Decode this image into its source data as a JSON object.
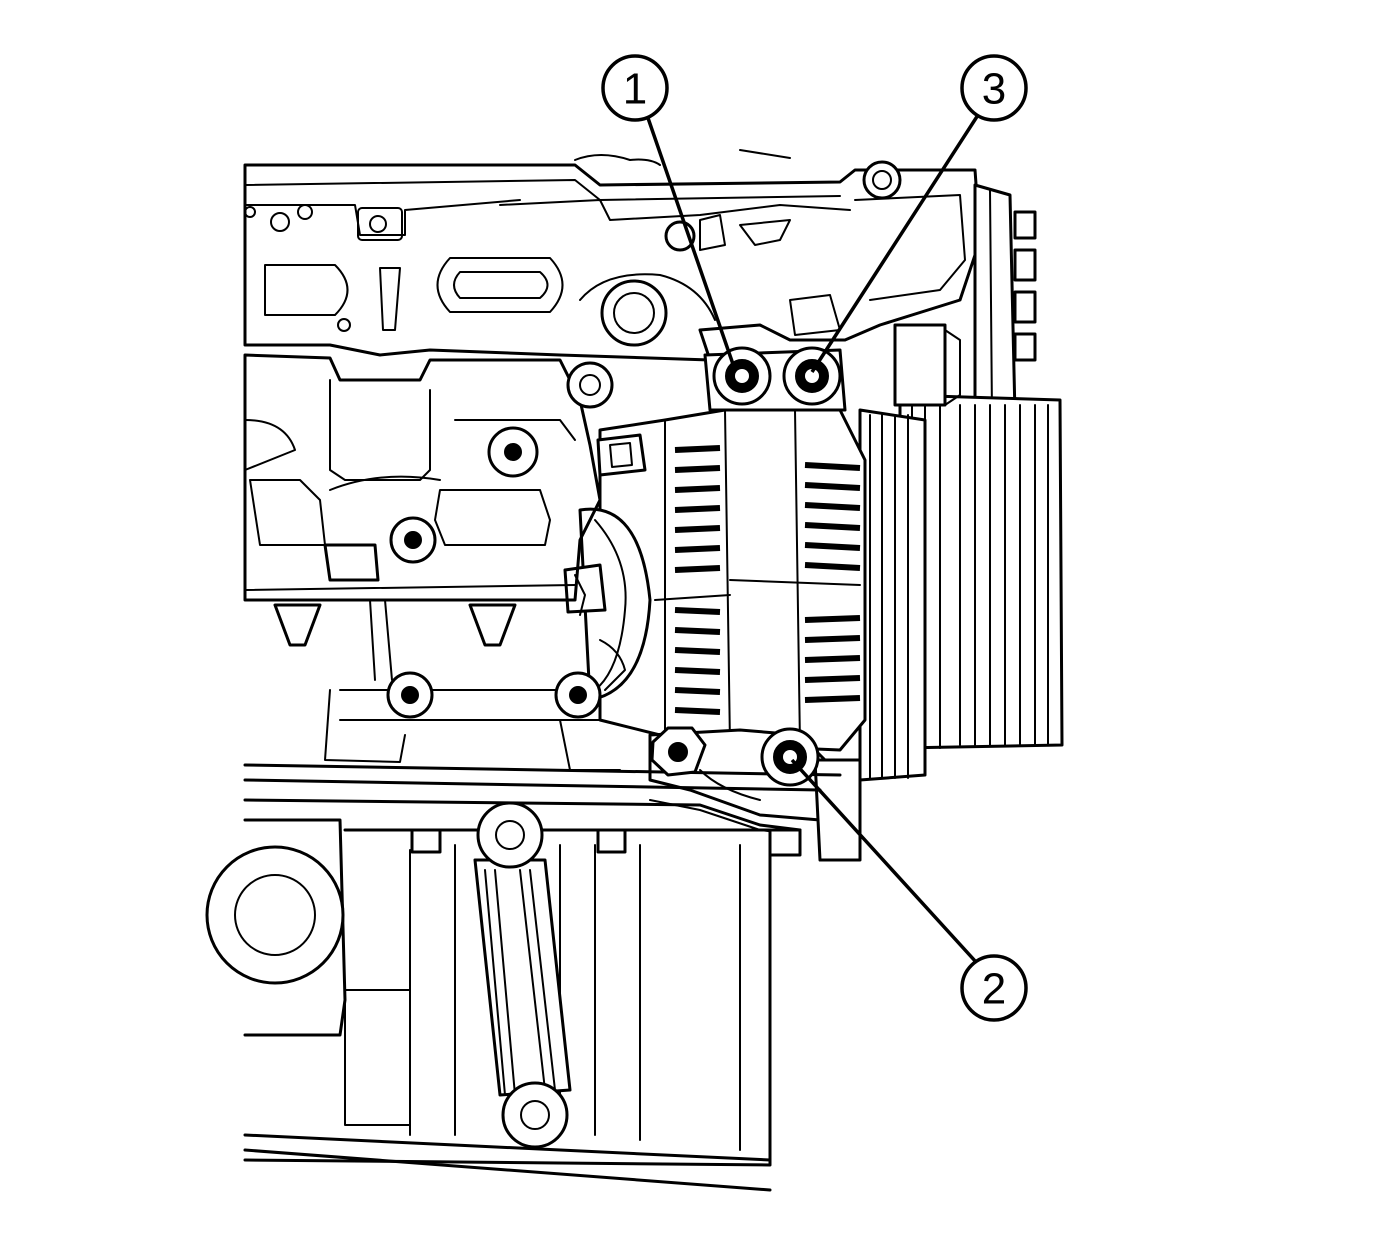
{
  "callouts": [
    {
      "number": "1"
    },
    {
      "number": "3"
    },
    {
      "number": "2"
    }
  ]
}
